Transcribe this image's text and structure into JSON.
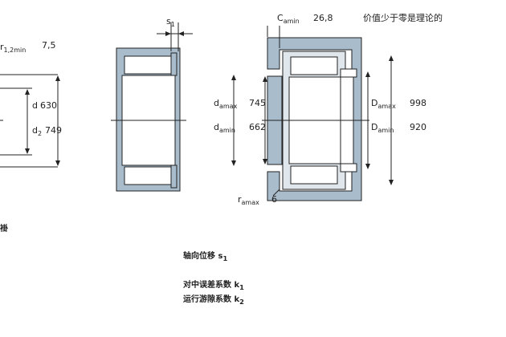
{
  "diagram": {
    "left": {
      "r12min_label": "r",
      "r12min_sub": "1,2min",
      "r12min_value": "7,5",
      "d_label": "d",
      "d_value": "630",
      "d2_label": "d",
      "d2_sub": "2",
      "d2_value": "749"
    },
    "middle": {
      "s1_label": "s",
      "s1_sub": "1"
    },
    "right": {
      "cmin_label": "C",
      "cmin_sub": "amin",
      "cmin_value": "26,8",
      "zero_note": "价值少于零是理论的",
      "damax_label": "d",
      "damax_sub": "amax",
      "damax_value": "745",
      "damin_label": "d",
      "damin_sub": "amin",
      "damin_value": "662",
      "Damax_label": "D",
      "Damax_sub": "amax",
      "Damax_value": "998",
      "Damin_label": "D",
      "Damin_sub": "amin",
      "Damin_value": "920",
      "ramax_label": "r",
      "ramax_sub": "amax",
      "ramax_value": "6"
    },
    "footnotes": {
      "left_fragment": "褂",
      "axial": "轴向位移 s",
      "axial_sub": "1",
      "misalign": "对中误差系数 k",
      "misalign_sub": "1",
      "running": "运行游隙系数 k",
      "running_sub": "2"
    },
    "colors": {
      "housing": "#a8bccc",
      "line": "#222222",
      "shaft_line": "#333333"
    }
  }
}
